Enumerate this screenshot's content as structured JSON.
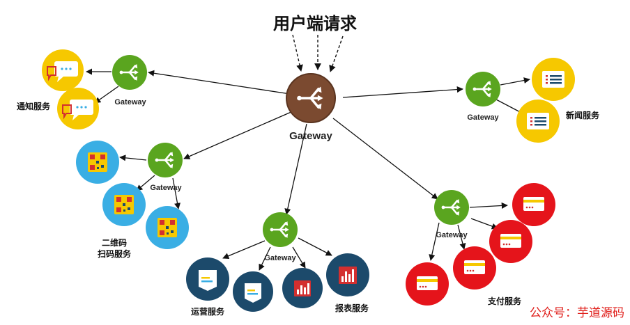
{
  "title": "用户端请求",
  "main_gateway": {
    "label": "Gateway"
  },
  "groups": {
    "notify": {
      "gateway_label": "Gateway",
      "service_label": "通知服务"
    },
    "news": {
      "gateway_label": "Gateway",
      "service_label": "新闻服务"
    },
    "scan": {
      "gateway_label": "Gateway",
      "service_label_line1": "二维码",
      "service_label_line2": "扫码服务"
    },
    "ops": {
      "gateway_label": "Gateway",
      "service_label": "运营服务"
    },
    "report": {
      "service_label": "报表服务"
    },
    "pay": {
      "gateway_label": "Gateway",
      "service_label": "支付服务"
    }
  },
  "watermark": "公众号：芋道源码",
  "colors": {
    "main_gateway": "#7b4a30",
    "sub_gateway": "#5aa51f",
    "notify": "#f6c800",
    "news": "#f6c800",
    "scan": "#3aaee4",
    "ops_report": "#1c4a6b",
    "pay": "#e5141b"
  }
}
